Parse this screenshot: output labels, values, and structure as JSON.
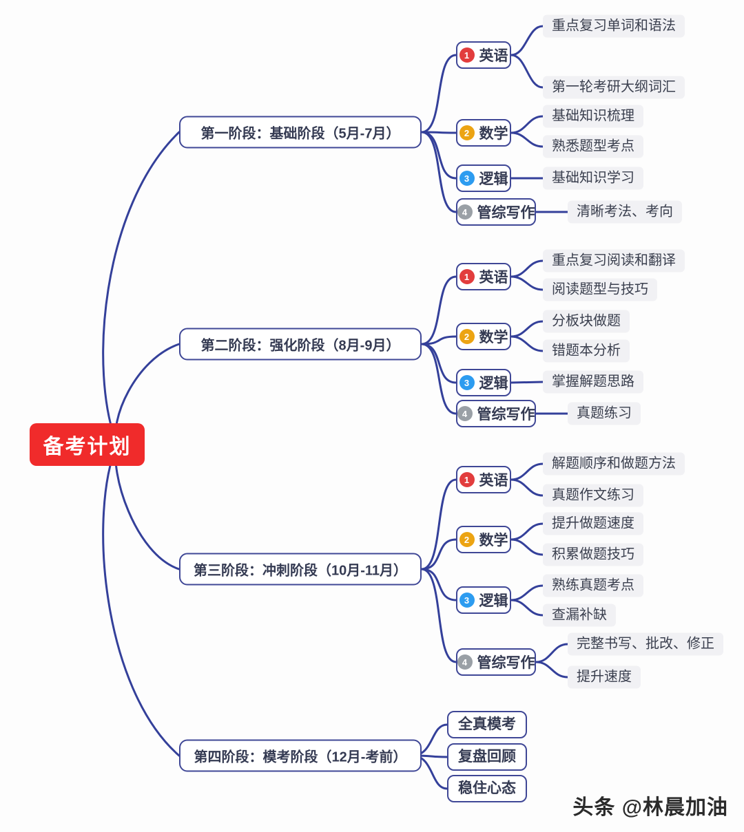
{
  "root": {
    "label": "备考计划"
  },
  "watermark": {
    "text": "头条 @林晨加油"
  },
  "colors": {
    "line": "#34409a",
    "root_bg": "#f02b2b",
    "node_border": "#3f4796",
    "leaf_bg": "#f1f1f4",
    "badge_red": "#e23d3d",
    "badge_amber": "#eca413",
    "badge_blue": "#2d9cf0",
    "badge_gray": "#9aa0a6"
  },
  "stages": [
    {
      "title": "第一阶段：基础阶段（5月-7月）",
      "subjects": [
        {
          "num": "1",
          "label": "英语",
          "badge": "badge_red",
          "leaves": [
            "重点复习单词和语法",
            "第一轮考研大纲词汇"
          ]
        },
        {
          "num": "2",
          "label": "数学",
          "badge": "badge_amber",
          "leaves": [
            "基础知识梳理",
            "熟悉题型考点"
          ]
        },
        {
          "num": "3",
          "label": "逻辑",
          "badge": "badge_blue",
          "leaves": [
            "基础知识学习"
          ]
        },
        {
          "num": "4",
          "label": "管综写作",
          "badge": "badge_gray",
          "leaves": [
            "清晰考法、考向"
          ]
        }
      ]
    },
    {
      "title": "第二阶段：强化阶段（8月-9月）",
      "subjects": [
        {
          "num": "1",
          "label": "英语",
          "badge": "badge_red",
          "leaves": [
            "重点复习阅读和翻译",
            "阅读题型与技巧"
          ]
        },
        {
          "num": "2",
          "label": "数学",
          "badge": "badge_amber",
          "leaves": [
            "分板块做题",
            "错题本分析"
          ]
        },
        {
          "num": "3",
          "label": "逻辑",
          "badge": "badge_blue",
          "leaves": [
            "掌握解题思路"
          ]
        },
        {
          "num": "4",
          "label": "管综写作",
          "badge": "badge_gray",
          "leaves": [
            "真题练习"
          ]
        }
      ]
    },
    {
      "title": "第三阶段：冲刺阶段（10月-11月）",
      "subjects": [
        {
          "num": "1",
          "label": "英语",
          "badge": "badge_red",
          "leaves": [
            "解题顺序和做题方法",
            "真题作文练习"
          ]
        },
        {
          "num": "2",
          "label": "数学",
          "badge": "badge_amber",
          "leaves": [
            "提升做题速度",
            "积累做题技巧"
          ]
        },
        {
          "num": "3",
          "label": "逻辑",
          "badge": "badge_blue",
          "leaves": [
            "熟练真题考点",
            "查漏补缺"
          ]
        },
        {
          "num": "4",
          "label": "管综写作",
          "badge": "badge_gray",
          "leaves": [
            "完整书写、批改、修正",
            "提升速度"
          ]
        }
      ]
    },
    {
      "title": "第四阶段：模考阶段（12月-考前）",
      "subjects": [],
      "direct_leaves": [
        "全真模考",
        "复盘回顾",
        "稳住心态"
      ]
    }
  ]
}
